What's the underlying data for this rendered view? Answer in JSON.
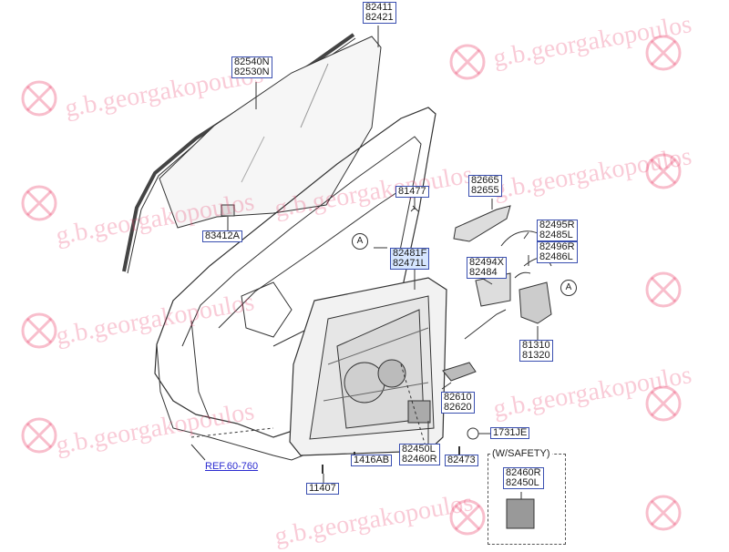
{
  "labels": {
    "glass": [
      "82411",
      "82421"
    ],
    "run": [
      "82540N",
      "82530N"
    ],
    "glass_holder": "83412A",
    "bolt_top": "81477",
    "regulator": [
      "82481F",
      "82471L"
    ],
    "handle_bracket": [
      "82665",
      "82655"
    ],
    "rod_a": [
      "82495R",
      "82485L"
    ],
    "rod_b": [
      "82496R",
      "82486L"
    ],
    "inner_handle_base": [
      "82494X",
      "82484"
    ],
    "latch": [
      "81310",
      "81320"
    ],
    "inner_handle": [
      "82610",
      "82620"
    ],
    "grommet": "1731JE",
    "motor": [
      "82450L",
      "82460R"
    ],
    "motor_bolt": "82473",
    "screw": "1416AB",
    "bolt_bottom": "11407",
    "safety_motor": [
      "82460R",
      "82450L"
    ]
  },
  "ref_text": "REF.60-760",
  "safety_text": "(W/SAFETY)",
  "circle_a": "A",
  "watermark": "g.b.georgakopoulos",
  "logo_icon": "georgakopoulos-logo-icon",
  "accent": "#3a4fb0"
}
